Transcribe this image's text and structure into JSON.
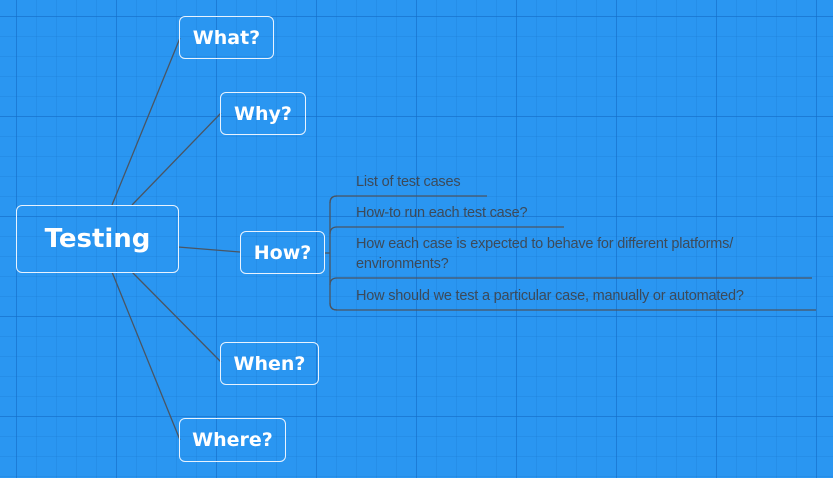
{
  "diagram": {
    "type": "mind-map",
    "colors": {
      "background": "#2a96f1",
      "grid_line": "#1f82dc",
      "node_border": "#e8f3ff",
      "node_text": "#ffffff",
      "connector": "#4a5563",
      "leaf_text": "#3c4a5a"
    },
    "root": {
      "label": "Testing"
    },
    "branches": [
      {
        "label": "What?"
      },
      {
        "label": "Why?"
      },
      {
        "label": "How?",
        "children": [
          {
            "label": "List of test cases"
          },
          {
            "label": "How-to run each test case?"
          },
          {
            "label": "How each case is expected to behave for different platforms/",
            "label_line2": "environments?"
          },
          {
            "label": "How should we test a particular case, manually or automated?"
          }
        ]
      },
      {
        "label": "When?"
      },
      {
        "label": "Where?"
      }
    ]
  }
}
